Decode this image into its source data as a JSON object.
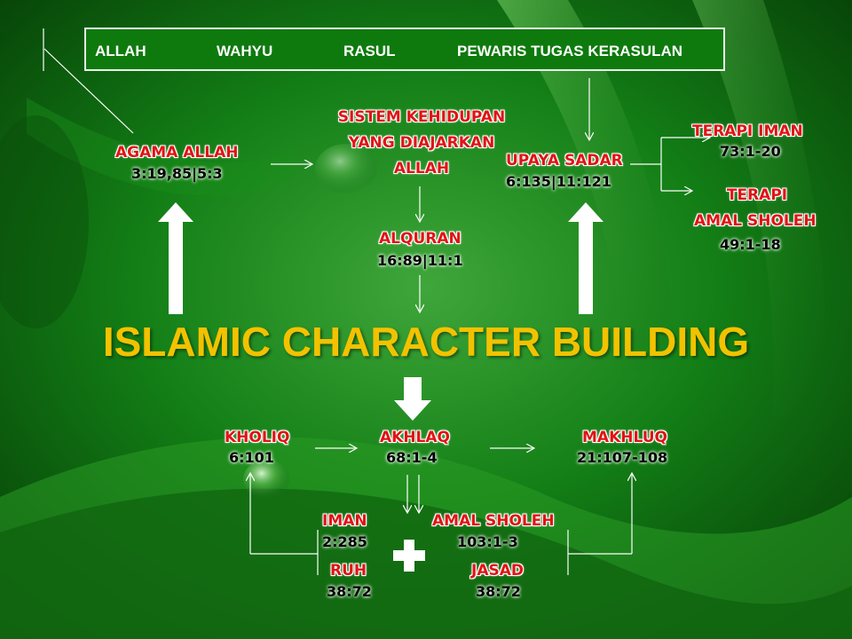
{
  "top_bar": {
    "items": [
      "ALLAH",
      "WAHYU",
      "RASUL",
      "PEWARIS TUGAS KERASULAN"
    ]
  },
  "nodes": {
    "agama_allah": {
      "label": "AGAMA ALLAH",
      "ref": "3:19,85|5:3"
    },
    "sistem": {
      "line1": "SISTEM KEHIDUPAN",
      "line2": "YANG DIAJARKAN",
      "line3": "ALLAH"
    },
    "alquran": {
      "label": "ALQURAN",
      "ref": "16:89|11:1"
    },
    "upaya_sadar": {
      "label": "UPAYA SADAR",
      "ref": "6:135|11:121"
    },
    "terapi_iman": {
      "label": "TERAPI IMAN",
      "ref": "73:1-20"
    },
    "terapi_amal": {
      "line1": "TERAPI",
      "line2": "AMAL SHOLEH",
      "ref": "49:1-18"
    },
    "kholiq": {
      "label": "KHOLIQ",
      "ref": "6:101"
    },
    "akhlaq": {
      "label": "AKHLAQ",
      "ref": "68:1-4"
    },
    "makhluq": {
      "label": "MAKHLUQ",
      "ref": "21:107-108"
    },
    "iman": {
      "label": "IMAN",
      "ref": "2:285"
    },
    "amal_sholeh": {
      "label": "AMAL SHOLEH",
      "ref": "103:1-3"
    },
    "ruh": {
      "label": "RUH",
      "ref": "38:72"
    },
    "jasad": {
      "label": "JASAD",
      "ref": "38:72"
    }
  },
  "title": "ISLAMIC CHARACTER BUILDING",
  "colors": {
    "label_red": "#e01414",
    "title_yellow": "#f2c200",
    "background_green": "#0e7a0e",
    "arrow_white": "#ffffff"
  },
  "icons": {
    "plus": "plus-icon",
    "big_arrow_up": "arrow-up-icon",
    "big_arrow_down": "arrow-down-icon"
  }
}
